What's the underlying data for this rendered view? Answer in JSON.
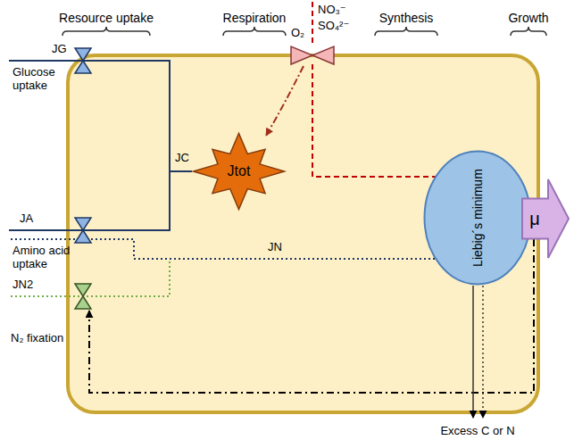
{
  "diagram": {
    "nodes": [
      {
        "text": [
          "Jtot"
        ]
      },
      {
        "text": [
          "Liebig´s minimum"
        ]
      },
      {
        "text": [
          "μ"
        ]
      }
    ],
    "edges": [
      {
        "from": 0,
        "to": 1,
        "arrow": "to"
      },
      {
        "from": 1,
        "to": 2,
        "arrow": "to"
      }
    ],
    "labels": [
      "Resource uptake",
      "Respiration",
      "Synthesis",
      "Growth",
      "JG",
      "Glucose uptake",
      "JA",
      "Amino acid uptake",
      "JN2",
      "N₂ fixation",
      "JC",
      "JN",
      "O₂",
      "NO₃⁻",
      "SO₄²⁻",
      "Excess C or N"
    ]
  }
}
